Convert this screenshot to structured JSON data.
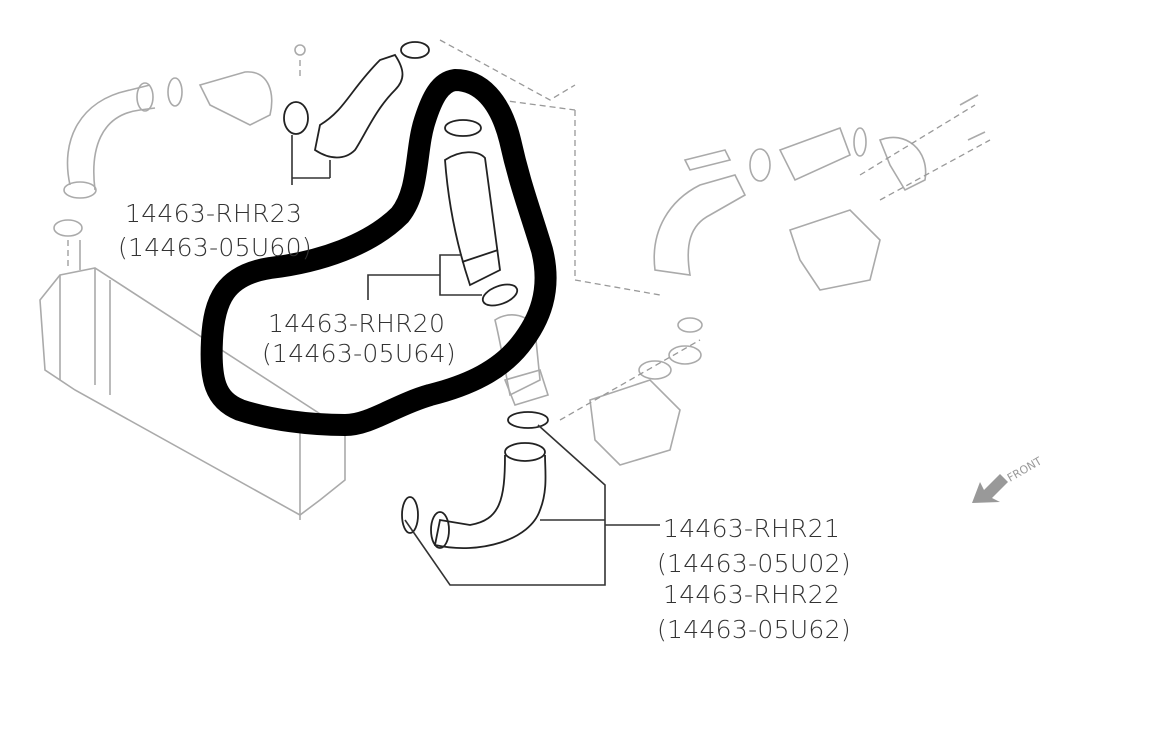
{
  "labels": {
    "rhr23": {
      "part": "14463-RHR23",
      "alt": "(14463-05U60)"
    },
    "rhr20": {
      "part": "14463-RHR20",
      "alt": "(14463-05U64)"
    },
    "rhr21": {
      "part": "14463-RHR21",
      "alt": "(14463-05U02)"
    },
    "rhr22": {
      "part": "14463-RHR22",
      "alt": "(14463-05U62)"
    }
  },
  "front_indicator": {
    "text": "FRONT",
    "icon": "arrow-down-left-icon"
  },
  "highlight": {
    "color": "#000000",
    "shape": "hand-drawn loop around 14463-RHR20"
  },
  "colors": {
    "part_lines": "#aaaaaa",
    "highlighted_parts": "#222222",
    "labels": "#333333"
  }
}
